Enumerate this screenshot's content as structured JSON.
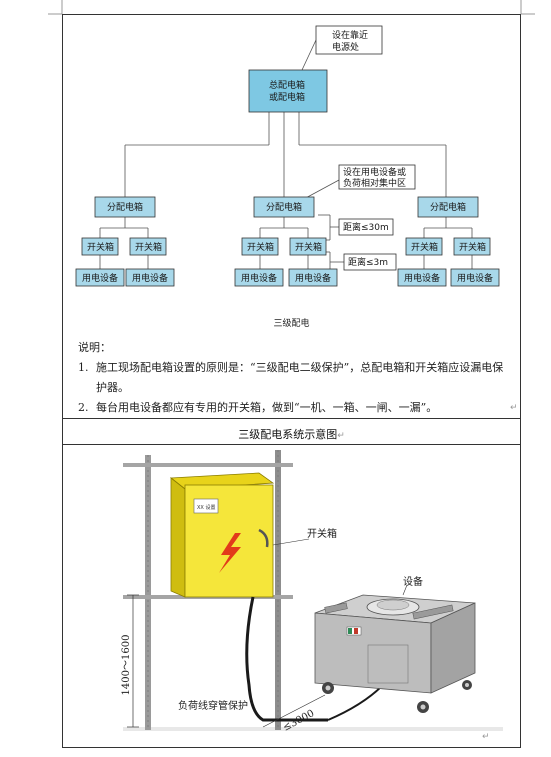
{
  "diagram": {
    "main_box": [
      "总配电箱",
      "或配电箱"
    ],
    "main_note": [
      "设在靠近",
      "电源处"
    ],
    "dist_note": [
      "设在用电设备或",
      "负荷相对集中区"
    ],
    "dist_box": "分配电箱",
    "switch_box": "开关箱",
    "device_box": "用电设备",
    "distance_30": "距离≤30m",
    "distance_3": "距离≤3m"
  },
  "caption": "三级配电",
  "notes": {
    "title": "说明：",
    "items": [
      {
        "num": "1.",
        "text": "施工现场配电箱设置的原则是：“三级配电二级保护”，总配电箱和开关箱应设漏电保护器。"
      },
      {
        "num": "2.",
        "text": "每台用电设备都应有专用的开关箱，做到“一机、一箱、一闸、一漏”。"
      }
    ]
  },
  "table_title": "三级配电系统示意图",
  "return_mark": "↵",
  "illustration": {
    "switch_label": "开关箱",
    "device_label": "设备",
    "height_label": "1400～1600",
    "cable_label": "负荷线穿管保护",
    "distance_label": "≤3000",
    "box_tag": "XX 设置"
  },
  "colors": {
    "box_fill": "#a8d8ea",
    "main_box_fill": "#7ec8e3",
    "box_yellow": "#f5e63a",
    "machine_gray": "#b8b8b8"
  }
}
